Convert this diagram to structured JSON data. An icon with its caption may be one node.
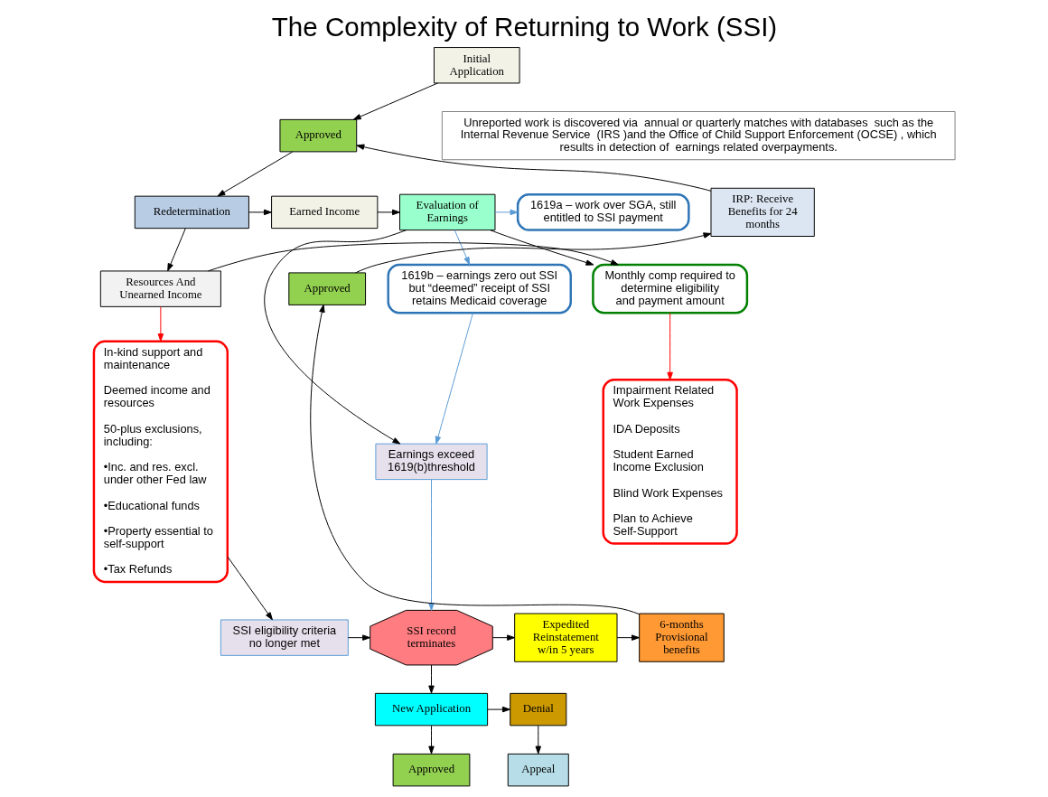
{
  "diagram": {
    "title": "The Complexity of Returning to Work (SSI)",
    "nodes": [
      {
        "text": [
          "Initial Application"
        ]
      },
      {
        "text": [
          "Approved"
        ]
      },
      {
        "text": [
          "Unreported work is discovered via  annual or quarterly matches with databases  such as the Internal Revenue Service  (IRS )and the Office of Child Support Enforcement (OCSE) , which results in detection of  earnings related overpayments."
        ]
      },
      {
        "text": [
          "Redetermination"
        ]
      },
      {
        "text": [
          "Earned Income"
        ]
      },
      {
        "text": [
          "Evaluation of Earnings"
        ]
      },
      {
        "text": [
          "1619a – work over SGA, still entitled to SSI payment"
        ]
      },
      {
        "text": [
          "1619b – earnings zero out SSI but “deemed” receipt of SSI retains Medicaid coverage"
        ]
      },
      {
        "text": [
          "IRP: Receive Benefits for 24 months"
        ]
      },
      {
        "text": [
          "Resources And Unearned Income"
        ]
      },
      {
        "text": [
          "Monthly comp required to determine eligibility and payment amount"
        ]
      },
      {
        "text": [
          "Approved"
        ]
      },
      {
        "text": [
          "Earnings exceed 1619(b)threshold"
        ]
      },
      {
        "text": [
          "In-kind support and maintenance",
          "Deemed income and resources",
          "50-plus exclusions, including:",
          "•Inc. and res. excl. under other Fed law",
          "•Educational funds",
          "•Property essential to self-support",
          "•Tax Refunds"
        ]
      },
      {
        "text": [
          "Impairment Related Work Expenses",
          "IDA Deposits",
          "Student Earned Income Exclusion",
          "Blind Work Expenses",
          "Plan to Achieve Self-Support"
        ]
      },
      {
        "text": [
          "Expedited Reinstatement w/in 5 years"
        ]
      },
      {
        "text": [
          "6-months Provisional benefits"
        ]
      },
      {
        "text": [
          "SSI eligibility criteria no longer met"
        ]
      },
      {
        "text": [
          "SSI record terminates"
        ]
      },
      {
        "text": [
          "New Application"
        ]
      },
      {
        "text": [
          "Denial"
        ]
      },
      {
        "text": [
          "Approved"
        ]
      },
      {
        "text": [
          "Appeal"
        ]
      }
    ],
    "edges": [
      {
        "from": 0,
        "to": 1,
        "arrow": "to"
      },
      {
        "from": 1,
        "to": 3,
        "arrow": "to"
      },
      {
        "from": 3,
        "to": 4,
        "arrow": "to"
      },
      {
        "from": 3,
        "to": 9,
        "arrow": "to"
      },
      {
        "from": 4,
        "to": 5,
        "arrow": "to"
      },
      {
        "from": 5,
        "to": 6,
        "arrow": "to",
        "color": "#5b9bd5"
      },
      {
        "from": 5,
        "to": 7,
        "arrow": "to",
        "color": "#5b9bd5"
      },
      {
        "from": 5,
        "to": 10,
        "arrow": "to"
      },
      {
        "from": 5,
        "to": 12,
        "arrow": "to"
      },
      {
        "from": 7,
        "to": 12,
        "arrow": "to",
        "color": "#5b9bd5"
      },
      {
        "from": 9,
        "to": 10,
        "arrow": "to"
      },
      {
        "from": 9,
        "to": 13,
        "arrow": "to",
        "color": "#ff0000"
      },
      {
        "from": 10,
        "to": 14,
        "arrow": "to",
        "color": "#ff0000"
      },
      {
        "from": 12,
        "to": 18,
        "arrow": "to",
        "color": "#5b9bd5"
      },
      {
        "from": 13,
        "to": 17,
        "arrow": "to"
      },
      {
        "from": 17,
        "to": 18,
        "arrow": "to"
      },
      {
        "from": 18,
        "to": 15,
        "arrow": "to"
      },
      {
        "from": 15,
        "to": 16,
        "arrow": "to"
      },
      {
        "from": 16,
        "to": 11,
        "arrow": "to"
      },
      {
        "from": 11,
        "to": 8,
        "arrow": "to"
      },
      {
        "from": 8,
        "to": 1,
        "arrow": "to"
      },
      {
        "from": 18,
        "to": 19,
        "arrow": "to"
      },
      {
        "from": 19,
        "to": 20,
        "arrow": "to"
      },
      {
        "from": 19,
        "to": 21,
        "arrow": "to"
      },
      {
        "from": 20,
        "to": 22,
        "arrow": "to"
      }
    ]
  }
}
